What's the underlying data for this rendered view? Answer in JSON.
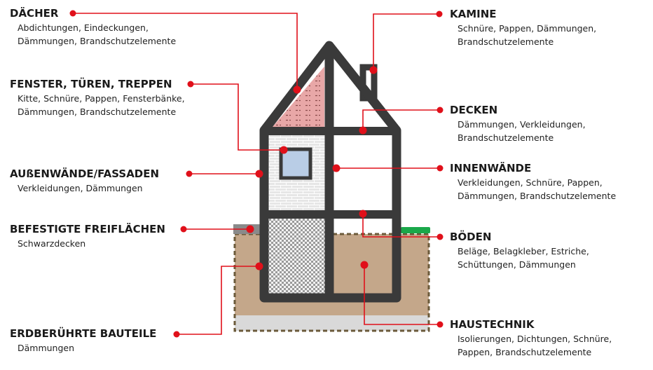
{
  "labels": {
    "daecher": {
      "title": "DÄCHER",
      "lines": [
        "Abdichtungen, Eindeckungen,",
        "Dämmungen, Brandschutzelemente"
      ]
    },
    "fenster": {
      "title": "FENSTER, TÜREN, TREPPEN",
      "lines": [
        "Kitte, Schnüre, Pappen, Fensterbänke,",
        "Dämmungen, Brandschutzelemente"
      ]
    },
    "aussenwaende": {
      "title": "AUßENWÄNDE/FASSADEN",
      "lines": [
        "Verkleidungen, Dämmungen"
      ]
    },
    "freiflaechen": {
      "title": "BEFESTIGTE FREIFLÄCHEN",
      "lines": [
        "Schwarzdecken"
      ]
    },
    "erdberuehrte": {
      "title": "ERDBERÜHRTE BAUTEILE",
      "lines": [
        "Dämmungen"
      ]
    },
    "kamine": {
      "title": "KAMINE",
      "lines": [
        "Schnüre, Pappen, Dämmungen,",
        "Brandschutzelemente"
      ]
    },
    "decken": {
      "title": "DECKEN",
      "lines": [
        "Dämmungen, Verkleidungen,",
        "Brandschutzelemente"
      ]
    },
    "innenwaende": {
      "title": "INNENWÄNDE",
      "lines": [
        "Verkleidungen, Schnüre, Pappen,",
        "Dämmungen, Brandschutzelemente"
      ]
    },
    "boeden": {
      "title": "BÖDEN",
      "lines": [
        "Beläge, Belagkleber, Estriche,",
        "Schüttungen, Dämmungen"
      ]
    },
    "haustechnik": {
      "title": "HAUSTECHNIK",
      "lines": [
        "Isolierungen, Dichtungen, Schnüre,",
        "Pappen, Brandschutzelemente"
      ]
    }
  },
  "colors": {
    "accent": "#e0101a",
    "frame": "#3a3a3a",
    "roof_fill": "#e8a7a7",
    "ground": "#c4a78a",
    "ground_border": "#6b5a3a",
    "gravel": "#d9d9d9",
    "window": "#b9cde6",
    "grass": "#1aa84a",
    "pavement": "#8a8a8a"
  }
}
